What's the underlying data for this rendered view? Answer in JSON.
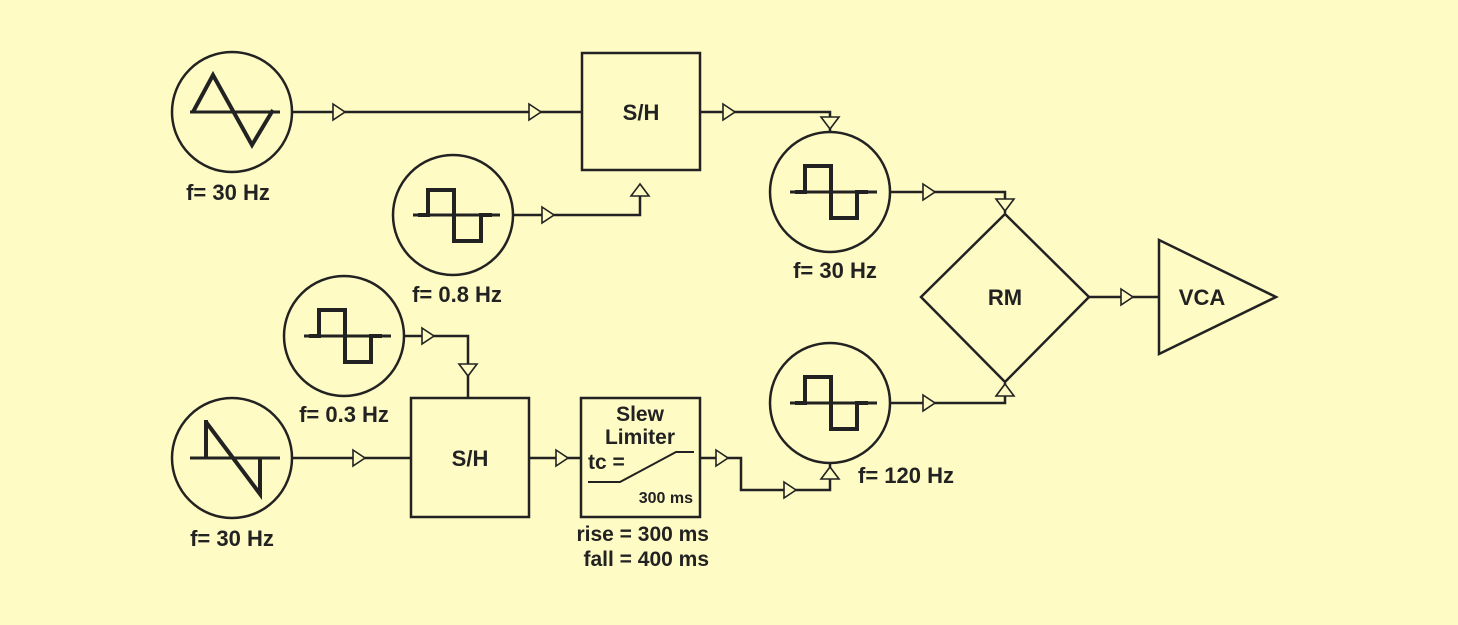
{
  "colors": {
    "background": "#fefbc4",
    "ink": "#222222"
  },
  "oscillators": [
    {
      "id": "lfo-saw-up",
      "wave": "sine-like",
      "freq_label": "f= 30 Hz"
    },
    {
      "id": "lfo-square-slow",
      "wave": "square",
      "freq_label": "f= 0.8 Hz"
    },
    {
      "id": "osc-square-top",
      "wave": "square",
      "freq_label": "f= 30 Hz"
    },
    {
      "id": "lfo-square-0-3",
      "wave": "square",
      "freq_label": "f= 0.3 Hz"
    },
    {
      "id": "lfo-saw-down",
      "wave": "sawtooth",
      "freq_label": "f= 30 Hz"
    },
    {
      "id": "osc-square-bottom",
      "wave": "square",
      "freq_label": "f= 120 Hz"
    }
  ],
  "blocks": {
    "sh_top": "S/H",
    "sh_bottom": "S/H",
    "ring_mod": "RM",
    "vca": "VCA",
    "slew": {
      "title_line1": "Slew",
      "title_line2": "Limiter",
      "tc_label": "tc =",
      "tc_value": "300 ms",
      "rise": "rise = 300 ms",
      "fall": "fall = 400 ms"
    }
  }
}
